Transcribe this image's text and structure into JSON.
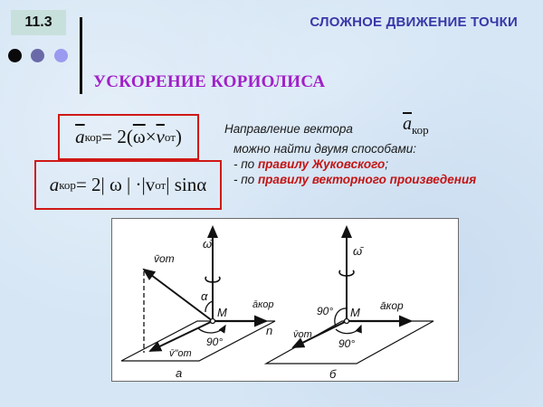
{
  "header": {
    "section_number": "11.3",
    "title": "СЛОЖНОЕ ДВИЖЕНИЕ ТОЧКИ",
    "dots": [
      {
        "color": "#0a0a0a"
      },
      {
        "color": "#6a6aa8"
      },
      {
        "color": "#9a9af0"
      }
    ]
  },
  "page_title": "УСКОРЕНИЕ КОРИОЛИСА",
  "formulas": {
    "vector": {
      "lhs": "a",
      "lhs_sub": "кор",
      "eq": " = 2(",
      "omega": "ω",
      "times": " × ",
      "v": "v",
      "v_sub": "от",
      "close": ")"
    },
    "magnitude": {
      "lhs": "a",
      "lhs_sub": "кор",
      "rhs_1": " = 2| ω | ·|v",
      "v_sub": "от",
      "rhs_2": " | sinα"
    }
  },
  "description": {
    "line1": "Направление вектора",
    "vector_symbol": "a",
    "vector_sub": "кор",
    "line2": "можно найти двумя способами:",
    "item1_prefix": "- по ",
    "item1_link": "правилу Жуковского",
    "item1_suffix": ";",
    "item2_prefix": "- по ",
    "item2_link": "правилу векторного произведения",
    "link_color": "#c41414"
  },
  "figure": {
    "panel_a": {
      "omega": "ω̄",
      "v_rel": "v̄от",
      "alpha": "α",
      "point": "M",
      "a_cor": "āкор",
      "n": "n",
      "angle": "90°",
      "v_rel_perp": "v̄\"от",
      "caption": "а"
    },
    "panel_b": {
      "omega": "ω̄",
      "angle_top": "90°",
      "point": "M",
      "a_cor": "āкор",
      "v_rel": "v̄от",
      "angle_bottom": "90°",
      "caption": "б"
    }
  }
}
